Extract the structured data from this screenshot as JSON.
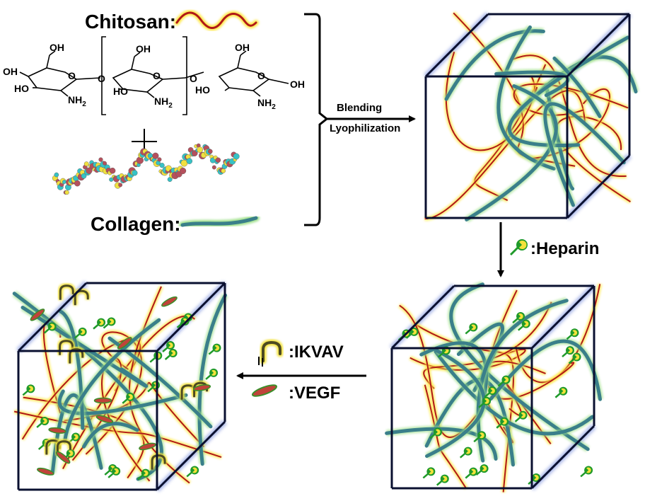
{
  "legend": {
    "chitosan_label": "Chitosan:",
    "collagen_label": "Collagen:",
    "heparin_label": ":Heparin",
    "ikvav_label": ":IKVAV",
    "vegf_label": ":VEGF"
  },
  "process": {
    "step1_line1": "Blending",
    "step1_line2": "Lyophilization"
  },
  "chemistry": {
    "oh": "OH",
    "o": "O",
    "ho": "HO",
    "nh": "NH",
    "sub2": "2"
  },
  "colors": {
    "chitosan_red": "#b01818",
    "chitosan_glow": "#ffe84a",
    "collagen_teal": "#3a7f8a",
    "collagen_glow": "#9fe08a",
    "heparin_green": "#1f9a2a",
    "heparin_yellow": "#f3e23a",
    "cube_edge": "#0a1030",
    "cube_glow": "#6f86d8"
  }
}
